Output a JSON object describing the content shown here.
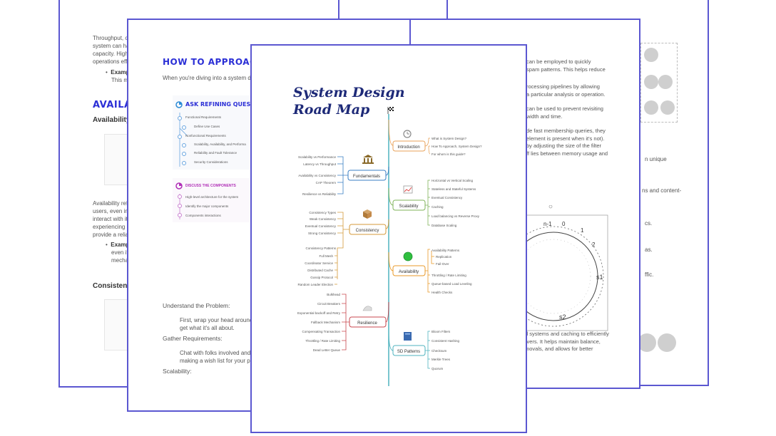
{
  "page1": {
    "para1": [
      "Throughput, o",
      "system can ha",
      "capacity. High",
      "operations effi"
    ],
    "bullet1": "Exampl",
    "bullet1_cont": "This me",
    "section_heading": "AVAILAB",
    "sub_heading": "Availability",
    "para2": [
      "Availability ref",
      "users, even in t",
      "interact with it",
      "experiencing in",
      "provide a relial"
    ],
    "bullet2": "Exampl",
    "bullet2_cont": [
      "even if",
      "mechar"
    ],
    "sub_heading2": "Consistenc"
  },
  "page2": {
    "heading": "HOW TO APPROACH: S",
    "intro": "When you're diving into a system de",
    "refine_heading": "ASK REFINING QUESTI",
    "refine_items": [
      "Functional Requirements",
      "Define Use Cases",
      "Nonfunctional Requirements",
      "Scalability, Availability, and Performa",
      "Reliability and Fault Tolerance",
      "Security Considerations"
    ],
    "discuss_heading": "DISCUSS THE COMPONENTS",
    "discuss_items": [
      "High-level architecture for the system",
      "Identify the major components",
      "Components interactions"
    ],
    "understand": "Understand the Problem:",
    "understand_body": [
      "First, wrap your head around",
      "get what it's all about."
    ],
    "gather": "Gather Requirements:",
    "gather_body": [
      "Chat with folks involved and",
      "making a wish list for your pr"
    ],
    "scalability": "Scalability:"
  },
  "page3": {
    "lines": [
      "can be employed to quickly",
      "spam patterns. This helps reduce",
      "",
      "rocessing pipelines by allowing",
      "a particular analysis or operation.",
      "",
      "can be used to prevent revisiting",
      "width and time.",
      "",
      "de fast membership queries, they",
      "element is present when it's not).",
      "by adjusting the size of the filter",
      "ff lies between memory usage and"
    ]
  },
  "page4": {
    "frag": [
      "n unique",
      "ns and content-",
      "cs.",
      "as.",
      "ffic."
    ],
    "bottom": [
      "d systems and caching to efficiently",
      "rvers. It helps maintain balance,",
      "movals, and allows for better"
    ],
    "ring_labels": [
      "n-1",
      "0",
      "1",
      "2",
      "s1",
      "s2"
    ]
  },
  "roadmap": {
    "title_line1": "System Design",
    "title_line2": "Road Map",
    "nodes": {
      "introduction": "Introduction",
      "fundamentals": "Fundamentals",
      "scalability": "Scalability",
      "consistency": "Consistency",
      "availability": "Availability",
      "resilience": "Resilience",
      "sd_patterns": "SD Patterns"
    },
    "introduction_items": [
      "What is System Design?",
      "How To Approach, System Design?",
      "For whom is this guide?"
    ],
    "fundamentals_items": [
      "Scalability vs Performance",
      "Latency vs Throughput",
      "Availability vs Consistency",
      "CAP Theorem",
      "Resilience vs Reliability"
    ],
    "scalability_items": [
      "Horizontal vs Vertical Scaling",
      "Stateless and Stateful Systems",
      "Eventual Consistency",
      "Caching",
      "Load balancing vs Reverse Proxy",
      "Database Scaling"
    ],
    "consistency_items": [
      "Consistency Types",
      "Weak Consistency",
      "Eventual Consistency",
      "Strong Consistency",
      "Consistency Patterns",
      "Full Mesh",
      "Coordinator Service",
      "Distributed Cache",
      "Gossip Protocol",
      "Random Leader Election"
    ],
    "availability_items": [
      "Availability Patterns",
      "Replication",
      "Fail-Over",
      "Throttling / Rate Limiting",
      "Queue-based Load Leveling",
      "Health Checks"
    ],
    "resilience_items": [
      "Bulkhead",
      "Circuit Breakers",
      "Exponential backoff and Retry",
      "Fallback Mechanism",
      "Compensating Transaction",
      "Throttling / Rate Limiting",
      "Dead Letter Queue"
    ],
    "sdpatterns_items": [
      "Bloom Filters",
      "Consistent Hashing",
      "Checksum",
      "Merkle Trees",
      "Quorum"
    ]
  },
  "colors": {
    "page_border": "#5b57d1",
    "spine": "#4fb3bf",
    "introduction": "#e8a25a",
    "fundamentals": "#3a7fc4",
    "scalability": "#7fb35a",
    "consistency": "#d49a3a",
    "availability": "#e89a2a",
    "resilience": "#c9474f",
    "sd_patterns": "#4fb3bf",
    "heading_blue": "#2b2fd6",
    "purple": "#b02fb7"
  }
}
